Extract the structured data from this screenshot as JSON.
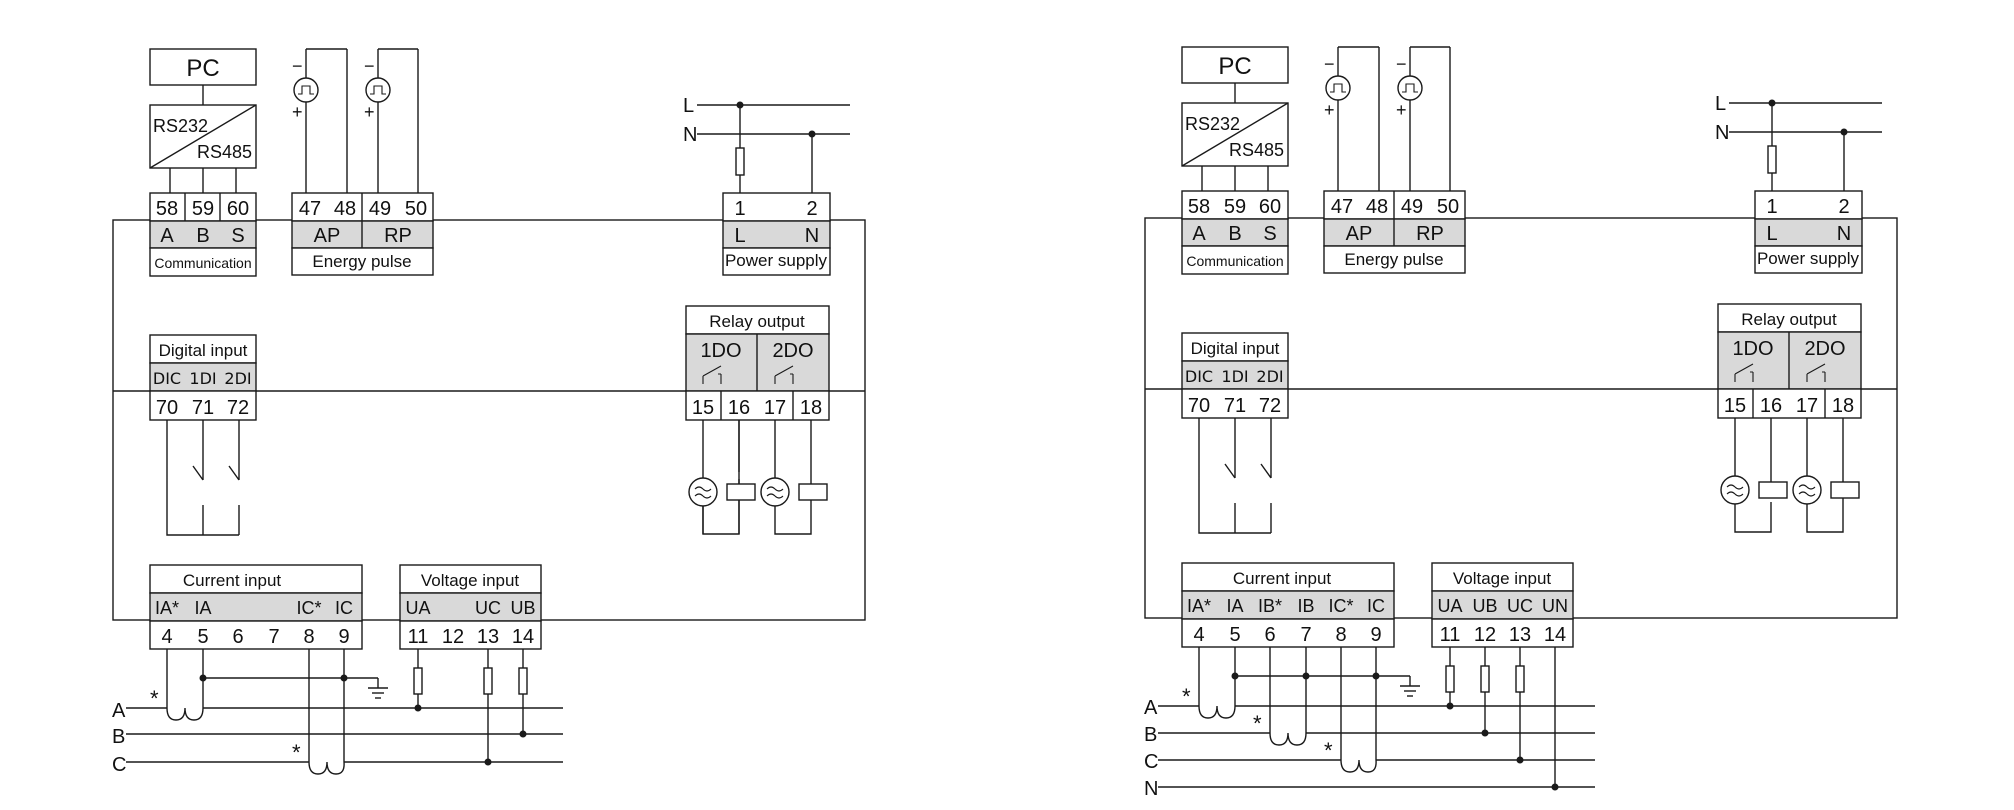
{
  "left": {
    "pc": "PC",
    "rs232": "RS232",
    "rs485": "RS485",
    "comm_terminals": [
      "58",
      "59",
      "60"
    ],
    "comm_signals": [
      "A",
      "B",
      "S"
    ],
    "comm_label": "Communication",
    "pulse_terminals": [
      "47",
      "48",
      "49",
      "50"
    ],
    "pulse_signals": [
      "AP",
      "RP"
    ],
    "pulse_label": "Energy pulse",
    "pulse_minus": "−",
    "pulse_plus": "+",
    "line_L": "L",
    "line_N": "N",
    "power_terminals": [
      "1",
      "2"
    ],
    "power_signals": [
      "L",
      "N"
    ],
    "power_label": "Power supply",
    "relay_label": "Relay output",
    "relay_signals": [
      "1DO",
      "2DO"
    ],
    "relay_terminals": [
      "15",
      "16",
      "17",
      "18"
    ],
    "di_label": "Digital input",
    "di_signals": [
      "DIC",
      "1DI",
      "2DI"
    ],
    "di_terminals": [
      "70",
      "71",
      "72"
    ],
    "current_label": "Current input",
    "current_signals": [
      "IA*",
      "IA",
      "IC*",
      "IC"
    ],
    "current_terminals": [
      "4",
      "5",
      "6",
      "7",
      "8",
      "9"
    ],
    "voltage_label": "Voltage input",
    "voltage_signals": [
      "UA",
      "UC",
      "UB"
    ],
    "voltage_terminals": [
      "11",
      "12",
      "13",
      "14"
    ],
    "phase_lines": [
      "A",
      "B",
      "C"
    ],
    "star": "*"
  },
  "right": {
    "pc": "PC",
    "rs232": "RS232",
    "rs485": "RS485",
    "comm_terminals": [
      "58",
      "59",
      "60"
    ],
    "comm_signals": [
      "A",
      "B",
      "S"
    ],
    "comm_label": "Communication",
    "pulse_terminals": [
      "47",
      "48",
      "49",
      "50"
    ],
    "pulse_signals": [
      "AP",
      "RP"
    ],
    "pulse_label": "Energy pulse",
    "pulse_minus": "−",
    "pulse_plus": "+",
    "line_L": "L",
    "line_N": "N",
    "power_terminals": [
      "1",
      "2"
    ],
    "power_signals": [
      "L",
      "N"
    ],
    "power_label": "Power supply",
    "relay_label": "Relay output",
    "relay_signals": [
      "1DO",
      "2DO"
    ],
    "relay_terminals": [
      "15",
      "16",
      "17",
      "18"
    ],
    "di_label": "Digital input",
    "di_signals": [
      "DIC",
      "1DI",
      "2DI"
    ],
    "di_terminals": [
      "70",
      "71",
      "72"
    ],
    "current_label": "Current input",
    "current_signals": [
      "IA*",
      "IA",
      "IB*",
      "IB",
      "IC*",
      "IC"
    ],
    "current_terminals": [
      "4",
      "5",
      "6",
      "7",
      "8",
      "9"
    ],
    "voltage_label": "Voltage input",
    "voltage_signals": [
      "UA",
      "UB",
      "UC",
      "UN"
    ],
    "voltage_terminals": [
      "11",
      "12",
      "13",
      "14"
    ],
    "phase_lines": [
      "A",
      "B",
      "C",
      "N"
    ],
    "star": "*"
  }
}
